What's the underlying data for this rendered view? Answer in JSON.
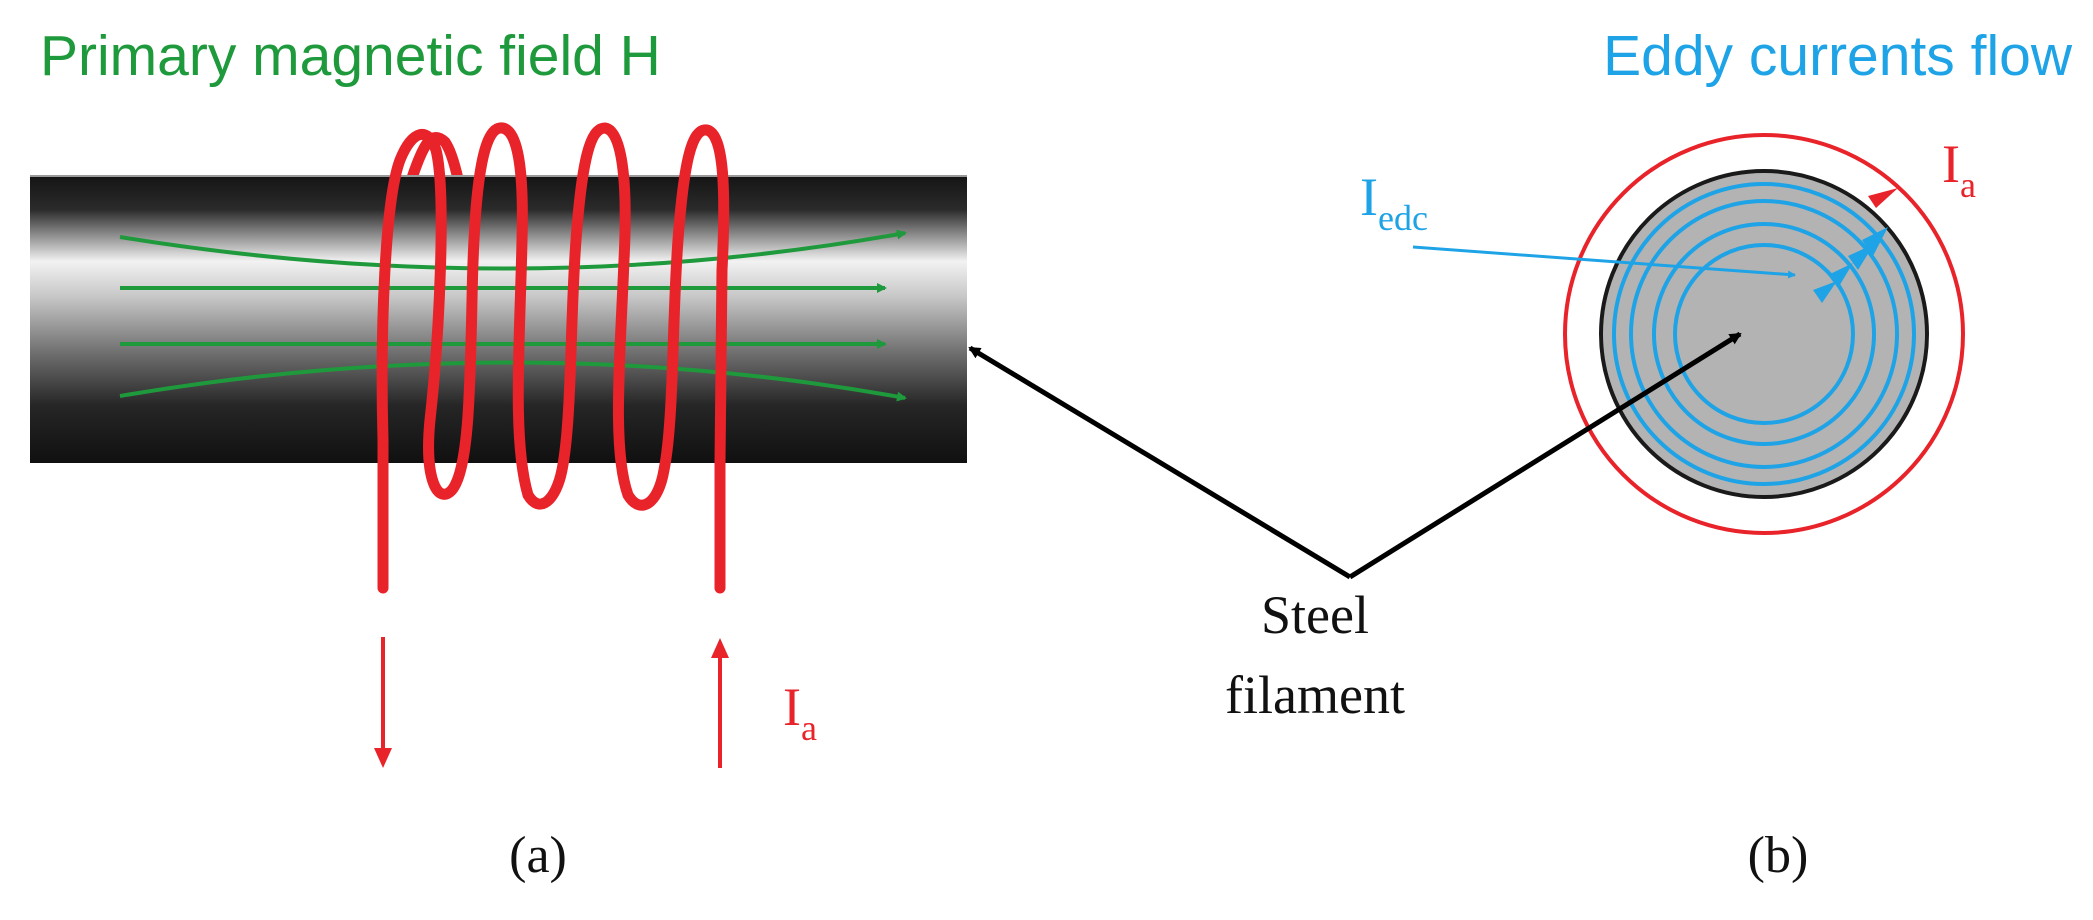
{
  "panel_a": {
    "title": "Primary magnetic field H",
    "current_label": "I",
    "current_subscript": "a",
    "caption": "(a)"
  },
  "panel_b": {
    "title": "Eddy currents flow",
    "current_label": "I",
    "current_subscript": "a",
    "eddy_label": "I",
    "eddy_subscript": "edc",
    "caption": "(b)"
  },
  "steel_label": {
    "line1": "Steel",
    "line2": "filament"
  },
  "colors": {
    "field": "#1e9a3c",
    "coil": "#e8232a",
    "eddy": "#1ea3e6",
    "pointer": "#000000",
    "steel": "#b3b3b3"
  }
}
